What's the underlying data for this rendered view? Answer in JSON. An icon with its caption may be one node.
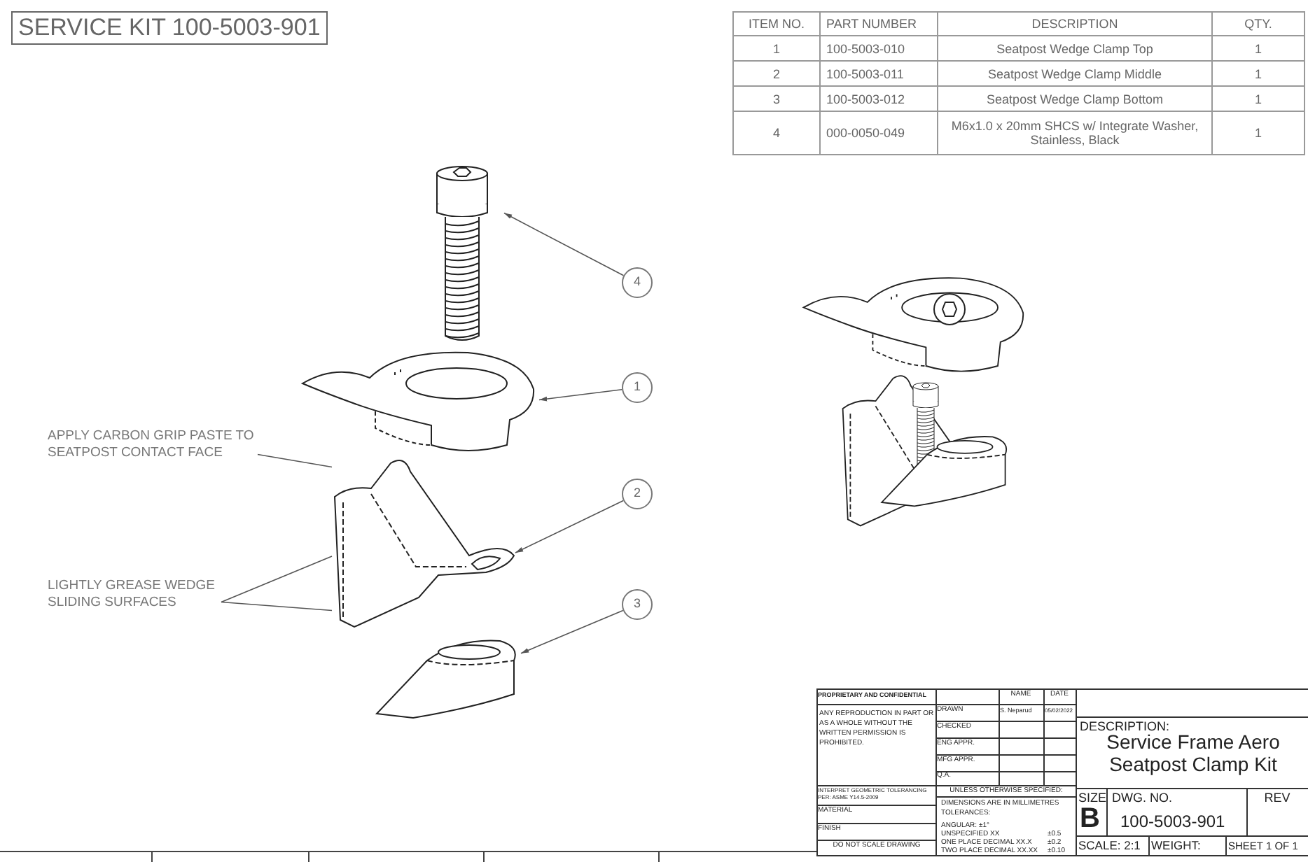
{
  "diagram": {
    "title": "SERVICE KIT 100-5003-901",
    "nodes": [
      {
        "text": [
          "4"
        ]
      },
      {
        "text": [
          "1"
        ]
      },
      {
        "text": [
          "2"
        ]
      },
      {
        "text": [
          "3"
        ]
      },
      {
        "text": [
          "APPLY CARBON GRIP PASTE TO SEATPOST CONTACT FACE"
        ]
      },
      {
        "text": [
          "LIGHTLY GREASE WEDGE SLIDING SURFACES"
        ]
      },
      {
        "text": [],
        "shape": "picture"
      },
      {
        "text": [],
        "shape": "picture"
      },
      {
        "text": [],
        "shape": "picture"
      },
      {
        "text": [],
        "shape": "picture"
      }
    ],
    "edges": [
      {
        "from": 0,
        "to": 6,
        "arrow": "to"
      },
      {
        "from": 1,
        "to": 7,
        "arrow": "to"
      },
      {
        "from": 2,
        "to": 8,
        "arrow": "to"
      },
      {
        "from": 3,
        "to": 9,
        "arrow": "to"
      },
      {
        "from": 4,
        "to": 8,
        "arrow": "none"
      },
      {
        "from": 5,
        "to": 8,
        "arrow": "none"
      },
      {
        "from": 5,
        "to": 8,
        "arrow": "none"
      }
    ],
    "labels": [
      "ITEM NO.",
      "PART NUMBER",
      "DESCRIPTION",
      "QTY.",
      "1",
      "100-5003-010",
      "Seatpost Wedge Clamp Top",
      "1",
      "2",
      "100-5003-011",
      "Seatpost Wedge Clamp Middle",
      "1",
      "3",
      "100-5003-012",
      "Seatpost Wedge Clamp Bottom",
      "1",
      "4",
      "000-0050-049",
      "M6x1.0 x 20mm SHCS w/ Integrate Washer, Stainless, Black",
      "1",
      "PROPRIETARY AND CONFIDENTIAL",
      "NAME",
      "DATE",
      "ANY REPRODUCTION IN PART OR AS A WHOLE WITHOUT THE WRITTEN PERMISSION IS PROHIBITED.",
      "DRAWN",
      "S. Neparud",
      "05/02/2022",
      "CHECKED",
      "ENG APPR.",
      "MFG APPR.",
      "Q.A.",
      "INTERPRET GEOMETRIC TOLERANCING PER: ASME Y14.5-2009",
      "UNLESS OTHERWISE SPECIFIED:",
      "MATERIAL",
      "DIMENSIONS ARE IN MILLIMETRES TOLERANCES:",
      "FINISH",
      "ANGULAR: ±1°",
      "UNSPECIFIED XX",
      "±0.5",
      "ONE PLACE DECIMAL XX.X",
      "±0.2",
      "DO NOT SCALE DRAWING",
      "TWO PLACE DECIMAL XX.XX",
      "±0.10",
      "DESCRIPTION:",
      "Service Frame Aero Seatpost Clamp Kit",
      "SIZE",
      "B",
      "DWG. NO.",
      "100-5003-901",
      "REV",
      "SCALE: 2:1",
      "WEIGHT:",
      "SHEET 1 OF 1"
    ]
  }
}
